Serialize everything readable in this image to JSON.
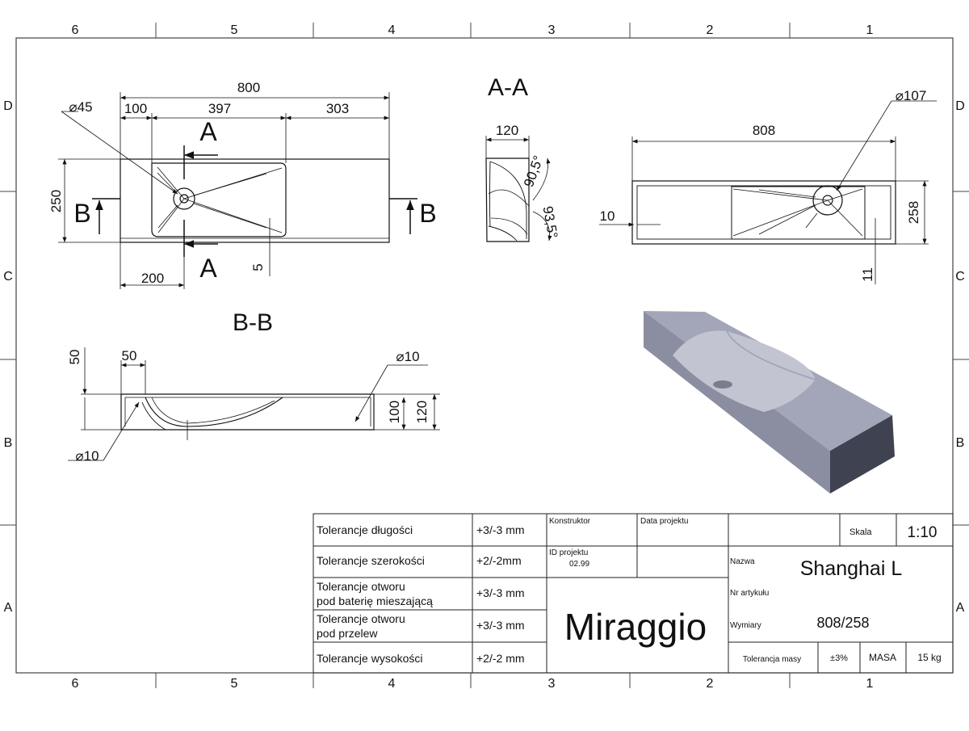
{
  "zones": {
    "columns": [
      "6",
      "5",
      "4",
      "3",
      "2",
      "1"
    ],
    "rows": [
      "D",
      "C",
      "B",
      "A"
    ]
  },
  "top_view": {
    "label_A": "A",
    "label_B": "B",
    "dims": {
      "total": "800",
      "left": "100",
      "mid": "397",
      "right": "303",
      "height": "250",
      "hole": "⌀45",
      "bottom": "200",
      "lip": "5"
    }
  },
  "section_aa": {
    "title": "A-A",
    "width": "120",
    "angle1": "90,5°",
    "angle2": "93,5°"
  },
  "section_bb": {
    "title": "B-B",
    "d50a": "50",
    "d50b": "50",
    "dia_right": "⌀10",
    "dia_left": "⌀10",
    "h100": "100",
    "h120": "120"
  },
  "right_view": {
    "width": "808",
    "dia": "⌀107",
    "height": "258",
    "rim": "10",
    "lip": "11"
  },
  "title_block": {
    "tolerances": [
      {
        "label": "Tolerancje długości",
        "value": "+3/-3 mm"
      },
      {
        "label": "Tolerancje szerokości",
        "value": "+2/-2mm"
      },
      {
        "label": "Tolerancje otworu",
        "label2": "pod baterię mieszającą",
        "value": "+3/-3 mm"
      },
      {
        "label": "Tolerancje otworu",
        "label2": "pod przelew",
        "value": "+3/-3 mm"
      },
      {
        "label": "Tolerancje wysokości",
        "value": "+2/-2 mm"
      }
    ],
    "konstruktor_label": "Konstruktor",
    "data_projektu_label": "Data projektu",
    "id_projektu_label": "ID projektu",
    "id_projektu_value": "02.99",
    "brand": "Miraggio",
    "skala_label": "Skala",
    "skala_value": "1:10",
    "nazwa_label": "Nazwa",
    "nazwa_value": "Shanghai L",
    "nr_artykulu_label": "Nr artykułu",
    "wymiary_label": "Wymiary",
    "wymiary_value": "808/258",
    "tol_masy_label": "Tolerancja masy",
    "tol_masy_value": "±3%",
    "masa_label": "MASA",
    "masa_value": "15 kg"
  },
  "colors": {
    "line": "#111111",
    "frame": "#444444",
    "basin_side": "#7c8090",
    "basin_top": "#a4a7bb",
    "basin_bowl": "#c3c5d2",
    "basin_dark": "#3c3f4a"
  }
}
